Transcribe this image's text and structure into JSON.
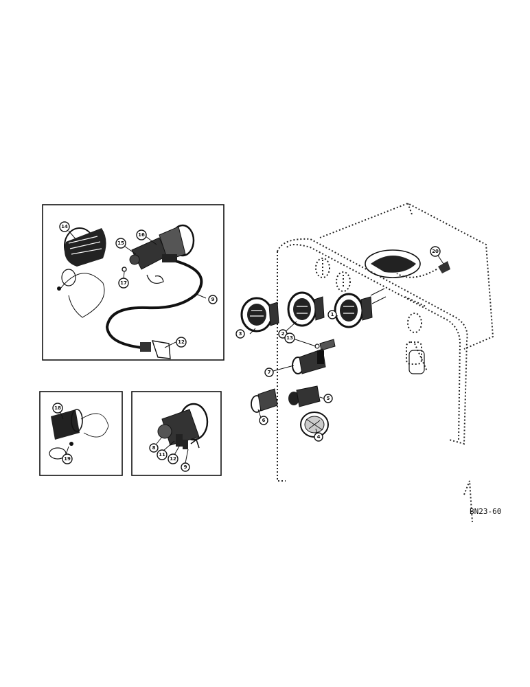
{
  "figure_code": "BN23-60",
  "callouts": {
    "c1": "1",
    "c2": "2",
    "c3": "3",
    "c4": "4",
    "c5": "5",
    "c6": "6",
    "c7": "7",
    "c9": "9",
    "c12": "12",
    "c13": "13",
    "c14": "14",
    "c15": "15",
    "c16": "16",
    "c17": "17",
    "c20": "20",
    "d18": "18",
    "d19": "19",
    "e8": "8",
    "e11": "11",
    "e12": "12",
    "e9": "9"
  }
}
